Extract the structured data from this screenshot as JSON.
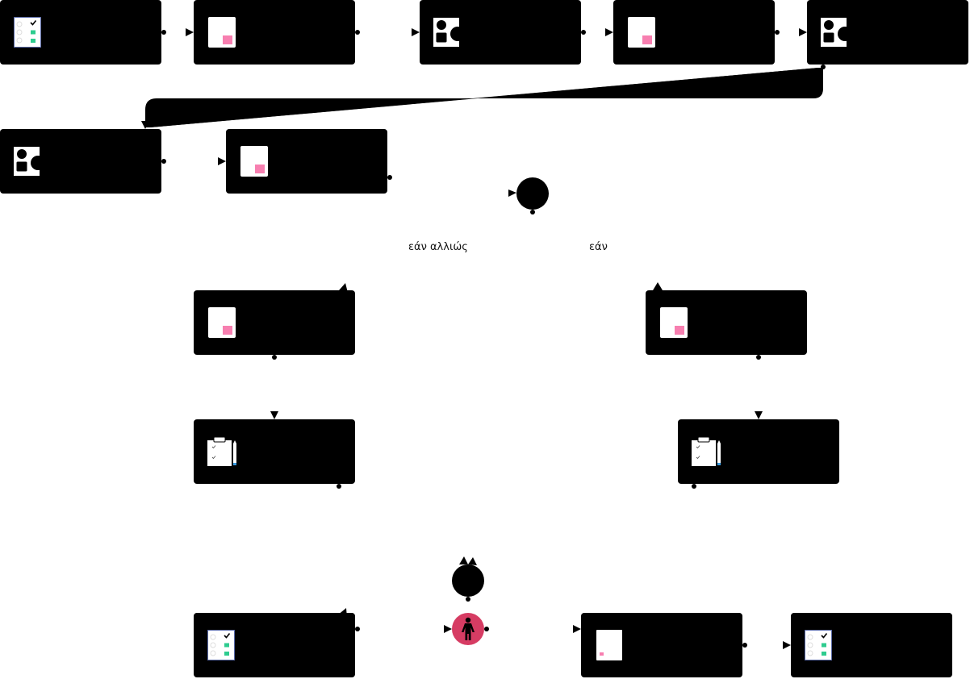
{
  "labels": {
    "else_branch": "εάν αλλιώς",
    "if_branch": "εάν"
  },
  "colors": {
    "node_fill": "#000000",
    "canvas": "#ffffff",
    "actor_fill": "#d63c63",
    "icon_pink": "#f77fb0",
    "icon_green": "#2ecc8f",
    "icon_blue": "#3a9be0"
  },
  "nodes": [
    {
      "id": "n1",
      "icon": "form-checklist-icon"
    },
    {
      "id": "n2",
      "icon": "document-icon"
    },
    {
      "id": "n3",
      "icon": "shapes-icon"
    },
    {
      "id": "n4",
      "icon": "document-icon"
    },
    {
      "id": "n5",
      "icon": "shapes-icon"
    },
    {
      "id": "n6",
      "icon": "shapes-icon"
    },
    {
      "id": "n7",
      "icon": "document-icon"
    },
    {
      "id": "n8",
      "icon": "document-icon"
    },
    {
      "id": "n9",
      "icon": "document-icon"
    },
    {
      "id": "n10",
      "icon": "clipboard-pencil-icon"
    },
    {
      "id": "n11",
      "icon": "clipboard-pencil-icon"
    },
    {
      "id": "n12",
      "icon": "form-checklist-icon"
    },
    {
      "id": "n13",
      "icon": "small-document-icon"
    },
    {
      "id": "n14",
      "icon": "form-checklist-icon"
    }
  ],
  "gateways": [
    {
      "id": "split-gateway",
      "type": "decision"
    },
    {
      "id": "merge-gateway",
      "type": "merge"
    },
    {
      "id": "actor",
      "icon": "person-icon"
    }
  ]
}
